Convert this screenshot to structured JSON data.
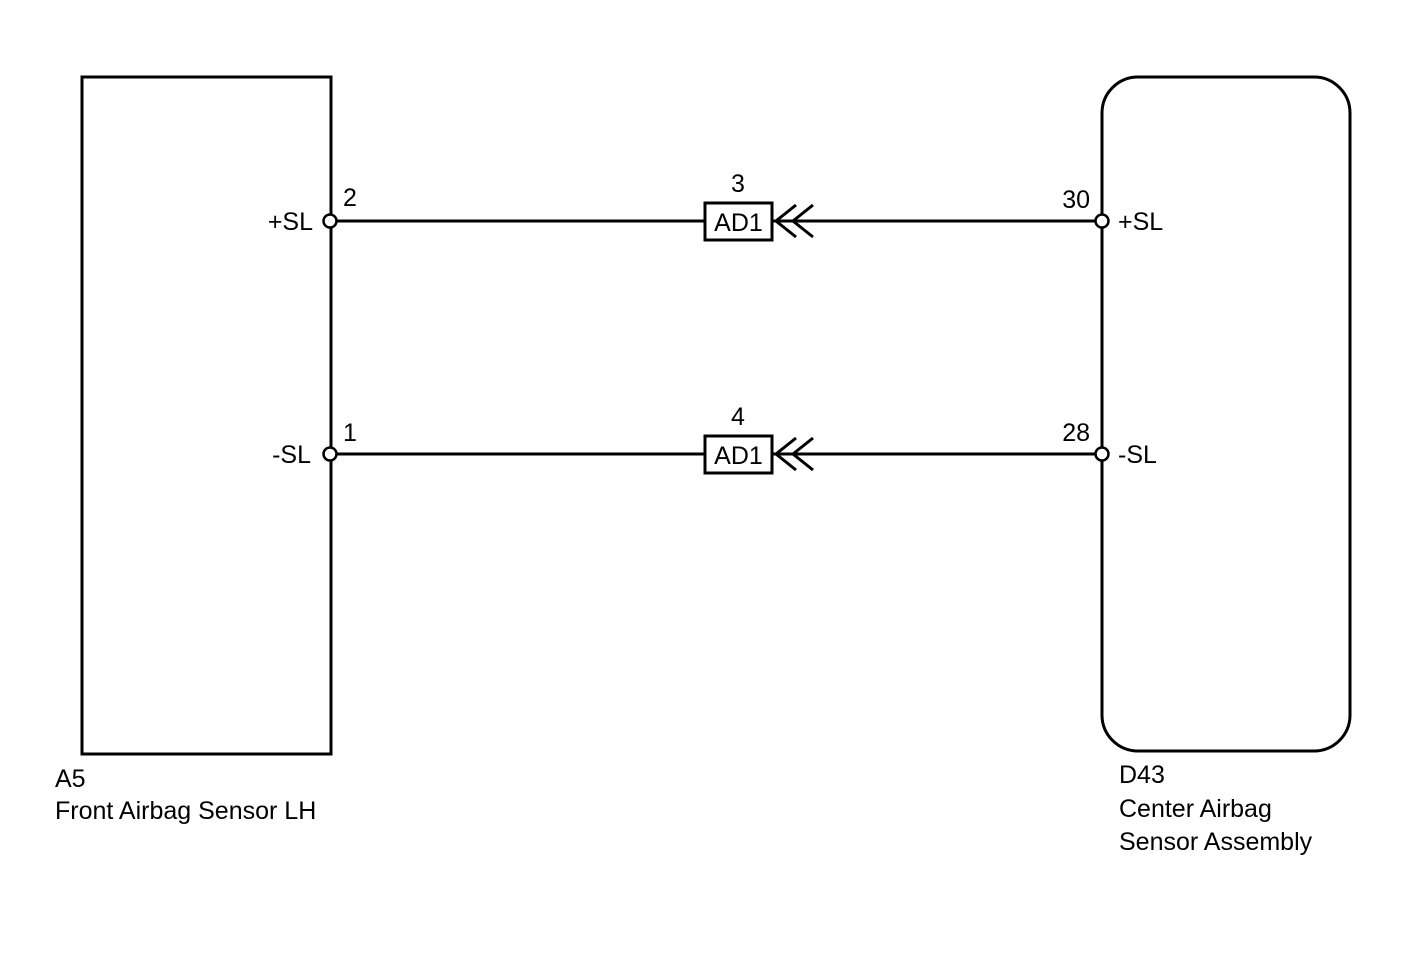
{
  "colors": {
    "line": "#000000",
    "background": "#ffffff"
  },
  "components": {
    "left": {
      "code": "A5",
      "name_lines": [
        "Front Airbag Sensor LH"
      ]
    },
    "right": {
      "code": "D43",
      "name_lines": [
        "Center Airbag",
        "Sensor Assembly"
      ]
    }
  },
  "circuits": [
    {
      "left_pin": "2",
      "left_signal": "+SL",
      "connector": "AD1",
      "connector_pin": "3",
      "right_pin": "30",
      "right_signal": "+SL"
    },
    {
      "left_pin": "1",
      "left_signal": "-SL",
      "connector": "AD1",
      "connector_pin": "4",
      "right_pin": "28",
      "right_signal": "-SL"
    }
  ]
}
